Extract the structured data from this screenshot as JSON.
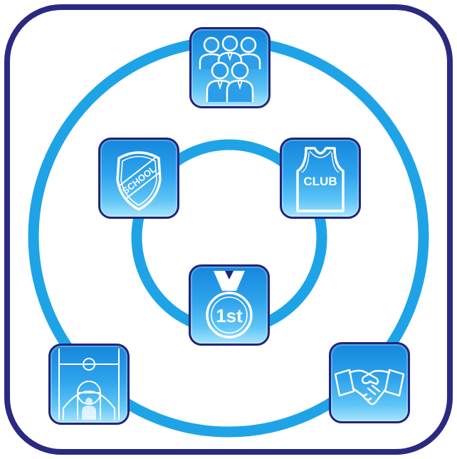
{
  "colors": {
    "frame_border": "#2a2a82",
    "ring": "#1ea4e6",
    "tile_border": "#23247a",
    "icon_line": "#ffffff"
  },
  "nodes": [
    {
      "id": "team",
      "icon": "people-group-icon"
    },
    {
      "id": "school",
      "icon": "school-shield-icon",
      "label": "SCHOOL"
    },
    {
      "id": "club",
      "icon": "club-jersey-icon",
      "label": "CLUB"
    },
    {
      "id": "medal",
      "icon": "first-place-medal-icon",
      "label": "1st"
    },
    {
      "id": "court",
      "icon": "basketball-court-icon"
    },
    {
      "id": "handshake",
      "icon": "handshake-icon"
    }
  ]
}
